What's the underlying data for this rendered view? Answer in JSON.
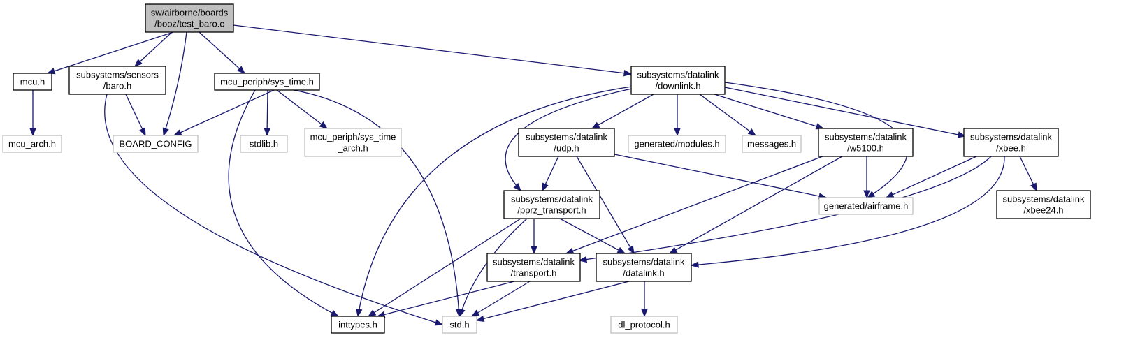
{
  "diagram": {
    "type": "include-dependency-graph",
    "colors": {
      "edge": "#191970",
      "root_fill": "#bfbfbf",
      "node_border": "#000000",
      "external_border": "#bfbfbf",
      "background": "#ffffff"
    },
    "nodes": [
      {
        "id": "test_baro",
        "lines": [
          "sw/airborne/boards",
          "/booz/test_baro.c"
        ],
        "kind": "root"
      },
      {
        "id": "mcu",
        "lines": [
          "mcu.h"
        ],
        "kind": "internal"
      },
      {
        "id": "baro",
        "lines": [
          "subsystems/sensors",
          "/baro.h"
        ],
        "kind": "internal"
      },
      {
        "id": "sys_time",
        "lines": [
          "mcu_periph/sys_time.h"
        ],
        "kind": "internal"
      },
      {
        "id": "downlink",
        "lines": [
          "subsystems/datalink",
          "/downlink.h"
        ],
        "kind": "internal"
      },
      {
        "id": "mcu_arch",
        "lines": [
          "mcu_arch.h"
        ],
        "kind": "external"
      },
      {
        "id": "board_config",
        "lines": [
          "BOARD_CONFIG"
        ],
        "kind": "external"
      },
      {
        "id": "stdlib",
        "lines": [
          "stdlib.h"
        ],
        "kind": "external"
      },
      {
        "id": "sys_time_arch",
        "lines": [
          "mcu_periph/sys_time",
          "_arch.h"
        ],
        "kind": "external"
      },
      {
        "id": "udp",
        "lines": [
          "subsystems/datalink",
          "/udp.h"
        ],
        "kind": "internal"
      },
      {
        "id": "modules",
        "lines": [
          "generated/modules.h"
        ],
        "kind": "external"
      },
      {
        "id": "messages",
        "lines": [
          "messages.h"
        ],
        "kind": "external"
      },
      {
        "id": "w5100",
        "lines": [
          "subsystems/datalink",
          "/w5100.h"
        ],
        "kind": "internal"
      },
      {
        "id": "xbee",
        "lines": [
          "subsystems/datalink",
          "/xbee.h"
        ],
        "kind": "internal"
      },
      {
        "id": "pprz_transport",
        "lines": [
          "subsystems/datalink",
          "/pprz_transport.h"
        ],
        "kind": "internal"
      },
      {
        "id": "airframe",
        "lines": [
          "generated/airframe.h"
        ],
        "kind": "external"
      },
      {
        "id": "xbee24",
        "lines": [
          "subsystems/datalink",
          "/xbee24.h"
        ],
        "kind": "internal"
      },
      {
        "id": "transport",
        "lines": [
          "subsystems/datalink",
          "/transport.h"
        ],
        "kind": "internal"
      },
      {
        "id": "datalink",
        "lines": [
          "subsystems/datalink",
          "/datalink.h"
        ],
        "kind": "internal"
      },
      {
        "id": "inttypes",
        "lines": [
          "inttypes.h"
        ],
        "kind": "internal"
      },
      {
        "id": "std",
        "lines": [
          "std.h"
        ],
        "kind": "external"
      },
      {
        "id": "dl_protocol",
        "lines": [
          "dl_protocol.h"
        ],
        "kind": "external"
      }
    ],
    "edges": [
      {
        "from": "test_baro",
        "to": "mcu"
      },
      {
        "from": "test_baro",
        "to": "baro"
      },
      {
        "from": "test_baro",
        "to": "board_config"
      },
      {
        "from": "test_baro",
        "to": "sys_time"
      },
      {
        "from": "test_baro",
        "to": "downlink"
      },
      {
        "from": "mcu",
        "to": "mcu_arch"
      },
      {
        "from": "baro",
        "to": "board_config"
      },
      {
        "from": "baro",
        "to": "std"
      },
      {
        "from": "sys_time",
        "to": "board_config"
      },
      {
        "from": "sys_time",
        "to": "stdlib"
      },
      {
        "from": "sys_time",
        "to": "sys_time_arch"
      },
      {
        "from": "sys_time",
        "to": "inttypes"
      },
      {
        "from": "sys_time",
        "to": "std"
      },
      {
        "from": "downlink",
        "to": "udp"
      },
      {
        "from": "downlink",
        "to": "modules"
      },
      {
        "from": "downlink",
        "to": "messages"
      },
      {
        "from": "downlink",
        "to": "w5100"
      },
      {
        "from": "downlink",
        "to": "xbee"
      },
      {
        "from": "downlink",
        "to": "airframe"
      },
      {
        "from": "downlink",
        "to": "pprz_transport"
      },
      {
        "from": "downlink",
        "to": "inttypes"
      },
      {
        "from": "udp",
        "to": "pprz_transport"
      },
      {
        "from": "udp",
        "to": "airframe"
      },
      {
        "from": "udp",
        "to": "datalink"
      },
      {
        "from": "w5100",
        "to": "airframe"
      },
      {
        "from": "w5100",
        "to": "transport"
      },
      {
        "from": "w5100",
        "to": "datalink"
      },
      {
        "from": "xbee",
        "to": "airframe"
      },
      {
        "from": "xbee",
        "to": "xbee24"
      },
      {
        "from": "xbee",
        "to": "transport"
      },
      {
        "from": "xbee",
        "to": "datalink"
      },
      {
        "from": "pprz_transport",
        "to": "transport"
      },
      {
        "from": "pprz_transport",
        "to": "datalink"
      },
      {
        "from": "pprz_transport",
        "to": "inttypes"
      },
      {
        "from": "pprz_transport",
        "to": "std"
      },
      {
        "from": "transport",
        "to": "inttypes"
      },
      {
        "from": "transport",
        "to": "std"
      },
      {
        "from": "datalink",
        "to": "std"
      },
      {
        "from": "datalink",
        "to": "dl_protocol"
      }
    ]
  }
}
